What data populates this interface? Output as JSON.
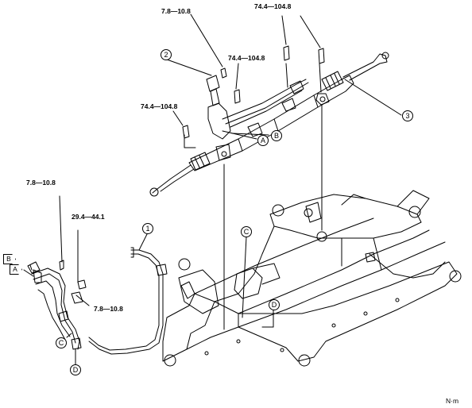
{
  "torques": {
    "t1": "7.8—10.8",
    "t2": "74.4—104.8",
    "t3": "74.4—104.8",
    "t4": "74.4—104.8",
    "t5": "7.8—10.8",
    "t6": "29.4—44.1",
    "t7": "7.8—10.8"
  },
  "callouts": {
    "c1": "1",
    "c2": "2",
    "c3": "3"
  },
  "tags": {
    "a_upper": "A",
    "b_upper": "B",
    "c_upper": "C",
    "d_upper": "D",
    "a_lower": "A",
    "b_lower": "B",
    "c_lower": "C",
    "d_lower": "D"
  },
  "unit": "N·m"
}
